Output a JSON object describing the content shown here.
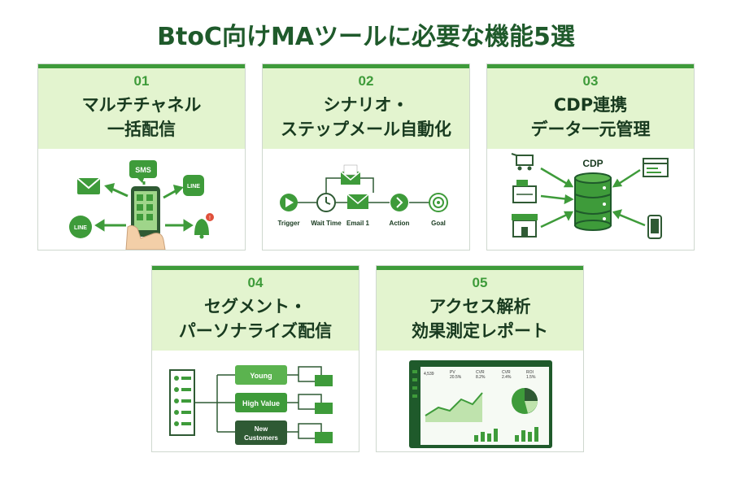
{
  "title": "BtoC向けMAツールに必要な機能5選",
  "cards": [
    {
      "num": "01",
      "line1": "マルチチャネル",
      "line2": "一括配信",
      "icons": {
        "sms": "SMS",
        "line_a": "LINE",
        "line_b": "LINE"
      }
    },
    {
      "num": "02",
      "line1": "シナリオ・",
      "line2": "ステップメール自動化",
      "steps": [
        "Trigger",
        "Wait Time",
        "Email 1",
        "Action",
        "Goal"
      ]
    },
    {
      "num": "03",
      "line1": "CDP連携",
      "line2": "データ一元管理",
      "label": "CDP"
    },
    {
      "num": "04",
      "line1": "セグメント・",
      "line2": "パーソナライズ配信",
      "segments": [
        "Young",
        "High Value",
        "New",
        "Customers"
      ]
    },
    {
      "num": "05",
      "line1": "アクセス解析",
      "line2": "効果測定レポート",
      "kpis": [
        "4,539",
        "PV",
        "CVR",
        "CVR",
        "ROI"
      ],
      "kpi_values": [
        "20.5%",
        "8.2%",
        "2.4%",
        "1.5%"
      ]
    }
  ],
  "colors": {
    "accent": "#3e9b3a",
    "dark": "#1f5a2b",
    "header_bg": "#e3f4cf"
  }
}
